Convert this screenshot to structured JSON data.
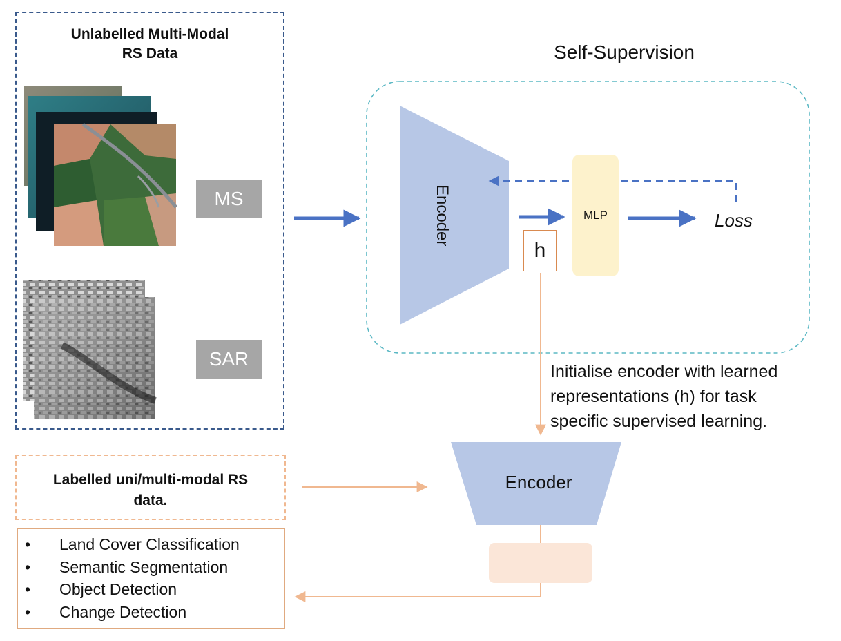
{
  "unlabelled_box": {
    "title_line1": "Unlabelled Multi-Modal",
    "title_line2": "RS Data"
  },
  "modalities": {
    "ms_label": "MS",
    "sar_label": "SAR"
  },
  "self_supervision": {
    "title": "Self-Supervision",
    "encoder_label": "Encoder",
    "representation_label": "h",
    "mlp_label": "MLP",
    "loss_label": "Loss"
  },
  "transfer": {
    "description_line1": "Initialise encoder with learned",
    "description_line2": "representations (h) for task",
    "description_line3": "specific supervised learning."
  },
  "supervised": {
    "labelled_line1": "Labelled uni/multi-modal RS",
    "labelled_line2": "data.",
    "encoder_label": "Encoder"
  },
  "tasks": [
    "Land Cover Classification",
    "Semantic Segmentation",
    "Object Detection",
    "Change Detection"
  ],
  "colors": {
    "encoder_fill": "#b7c7e6",
    "blue_arrow": "#4a72c4",
    "orange_arrow": "#f0b890",
    "selfsup_border": "#5bb8c4",
    "mlp_fill": "#fdf2cc",
    "output_fill": "#fbe6d8",
    "gray_label": "#a6a6a6"
  }
}
